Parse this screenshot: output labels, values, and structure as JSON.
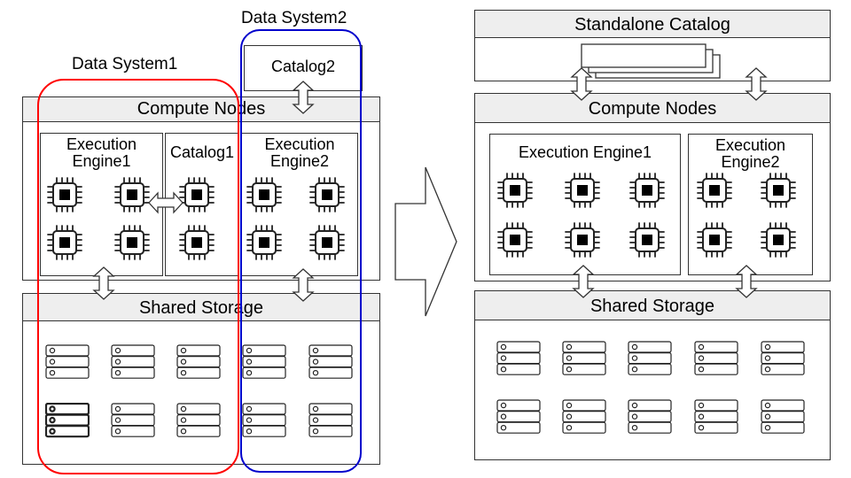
{
  "left": {
    "data_system1_label": "Data System1",
    "data_system2_label": "Data System2",
    "catalog2_label": "Catalog2",
    "compute_nodes_title": "Compute Nodes",
    "execution_engine1_label": "Execution\nEngine1",
    "catalog1_label": "Catalog1",
    "execution_engine2_label": "Execution\nEngine2",
    "shared_storage_title": "Shared Storage"
  },
  "right": {
    "standalone_catalog_title": "Standalone Catalog",
    "compute_nodes_title": "Compute Nodes",
    "execution_engine1_label": "Execution Engine1",
    "execution_engine2_label": "Execution\nEngine2",
    "shared_storage_title": "Shared Storage"
  },
  "colors": {
    "data_system1_outline": "#ff0000",
    "data_system2_outline": "#0000cc",
    "header_fill": "#eeeeee",
    "stroke": "#333333"
  },
  "icons": [
    "cpu-chip-icon",
    "server-rack-icon",
    "double-arrow-vertical-icon",
    "double-arrow-horizontal-icon",
    "transition-arrow-icon",
    "catalog-stack-icon"
  ]
}
